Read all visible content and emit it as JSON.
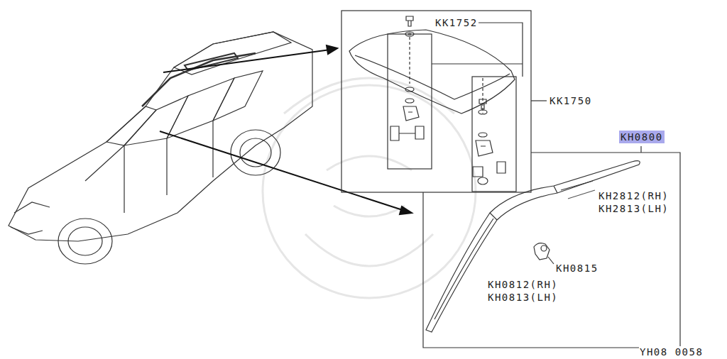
{
  "diagram": {
    "nodes": [
      {
        "text": [
          "KH0800"
        ]
      }
    ],
    "labels": [
      "KK1752",
      "KK1750",
      "KH2812(RH)",
      "KH2813(LH)",
      "KH0815",
      "KH0812(RH)",
      "KH0813(LH)",
      "YH08 0058"
    ]
  }
}
